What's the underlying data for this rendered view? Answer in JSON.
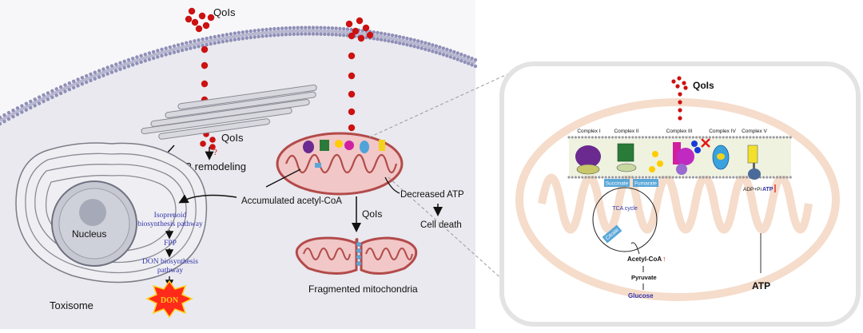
{
  "left": {
    "qols_top": "QoIs",
    "qols_er": "QoIs",
    "question_mark": "?",
    "er_remodeling": "ER remodeling",
    "accumulated_acetyl_coa": "Accumulated acetyl-CoA",
    "decreased_atp": "Decreased ATP",
    "cell_death": "Cell death",
    "qols_fragment": "QoIs",
    "fragmented_mitochondria": "Fragmented mitochondria",
    "nucleus": "Nucleus",
    "toxisome": "Toxisome",
    "isoprenoid_line1": "Isoprenoid",
    "isoprenoid_line2": "biosynthesis pathway",
    "fpp": "FPP",
    "don_line1": "DON biosynthesis",
    "don_line2": "pathway",
    "don_burst": "DON"
  },
  "right": {
    "qols": "QoIs",
    "complex_1": "Complex I",
    "complex_2": "Complex II",
    "complex_3": "Complex III",
    "complex_4": "Complex IV",
    "complex_5": "Complex V",
    "succinate": "Succinate",
    "fumarate": "Fumarate",
    "tca_cycle": "TCA cycle",
    "citrate": "Citrate",
    "acetyl_coa": "Acetyl-CoA",
    "pyruvate": "Pyruvate",
    "glucose": "Glucose",
    "adp_pi": "ADP+Pi",
    "atp_small": "ATP",
    "atp_big": "ATP"
  },
  "colors": {
    "qols_dot": "#cc1111",
    "membrane": "#8f8fb8",
    "mito_fill": "#f1c7c7",
    "mito_stroke": "#b34a4a",
    "pathway_text": "#3333aa",
    "don_fill": "#ff2a1a",
    "highlight_box": "#5aa7d8",
    "faded_mito": "#f5dccb"
  },
  "icons": {
    "down_arrow": "down-arrow-icon",
    "up_arrow": "up-arrow-icon",
    "inhibit_x": "inhibit-x-icon"
  }
}
